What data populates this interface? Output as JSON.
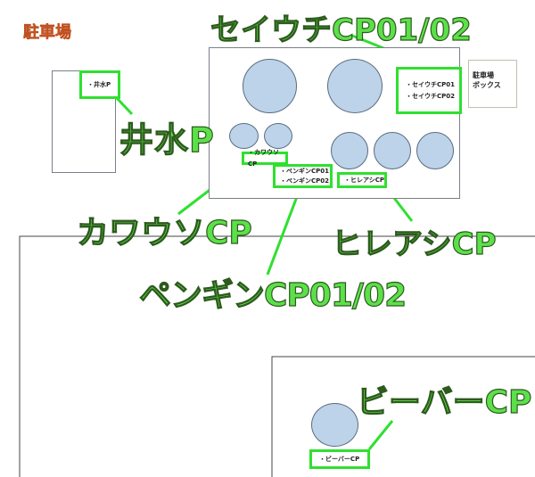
{
  "title": "駐車場",
  "parking_box_label": "駐車場\nボックス",
  "parking_box_lines": [
    "駐車場",
    "ボックス"
  ],
  "lots": {
    "isui": {
      "tag": "・井水P",
      "callout": "井水P"
    },
    "seiuchi": {
      "tags": [
        "・セイウチCP01",
        "・セイウチCP02"
      ],
      "callout": "セイウチCP01/02"
    },
    "kawauso": {
      "tag": "・カワウソCP",
      "callout": "カワウソCP"
    },
    "penguin": {
      "tags": [
        "・ペンギンCP01",
        "・ペンギンCP02"
      ],
      "callout": "ペンギンCP01/02"
    },
    "hireashi": {
      "tag": "・ヒレアシCP",
      "callout": "ヒレアシCP"
    },
    "beaver": {
      "tag": "・ビーバーCP",
      "callout": "ビーバーCP"
    }
  },
  "colors": {
    "highlight": "#2fe02f",
    "callout_text": "#5ce04a",
    "title": "#f08040",
    "enclosure": "#bcd3ea"
  }
}
